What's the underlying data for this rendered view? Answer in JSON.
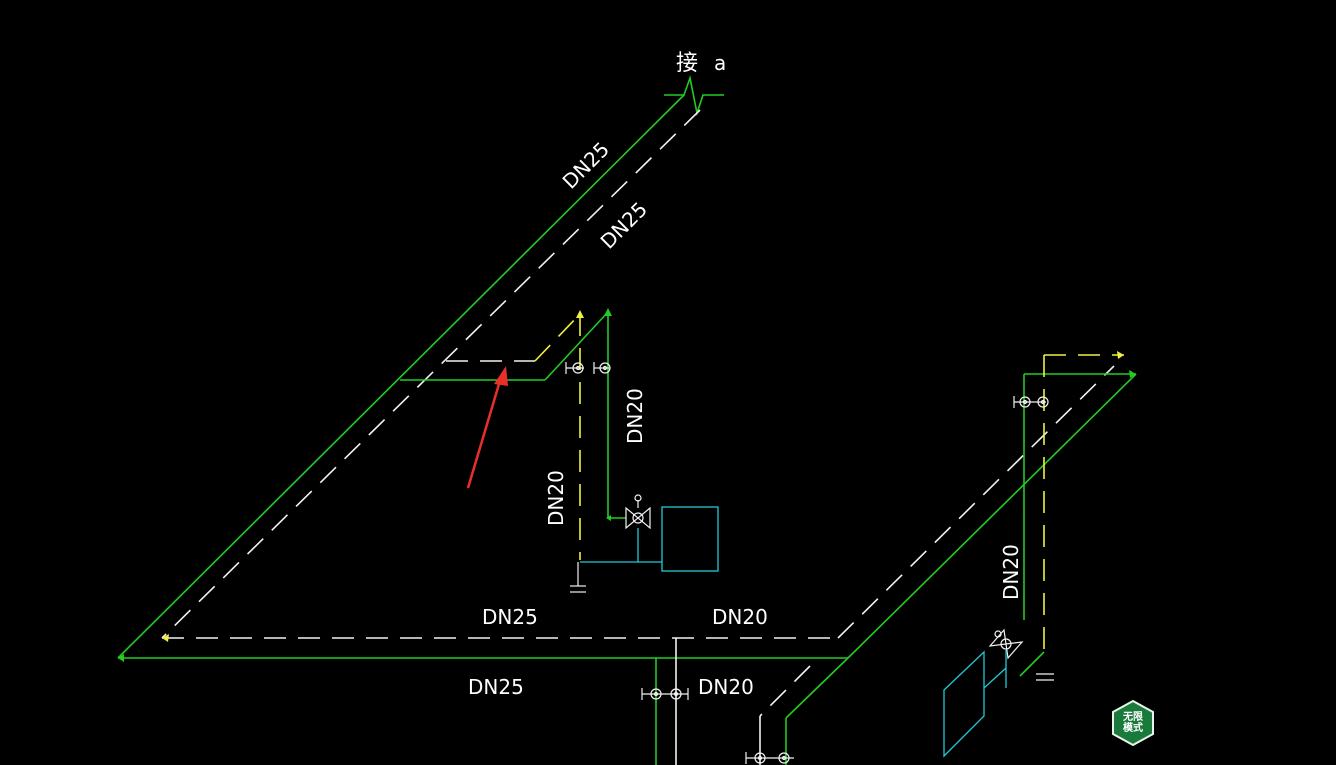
{
  "drawing": {
    "label_connect": "接",
    "label_connect_suffix": "a",
    "pipe_labels": {
      "diag_upper_outer": "DN25",
      "diag_upper_inner": "DN25",
      "riser_right": "DN20",
      "riser_left": "DN20",
      "bottom_mid_upper": "DN25",
      "bottom_right_upper": "DN20",
      "bottom_mid_lower": "DN25",
      "bottom_right_lower": "DN20",
      "right_riser": "DN20"
    },
    "colors": {
      "background": "#000000",
      "supply_pipe": "#22cc22",
      "return_pipe": "#f0f040",
      "dashed_pipe": "#f2f2f2",
      "equipment": "#22c8d8",
      "annotation_arrow": "#e8302a"
    }
  },
  "badge": {
    "line1": "无限",
    "line2": "模式",
    "color": "#1a7a3c"
  }
}
